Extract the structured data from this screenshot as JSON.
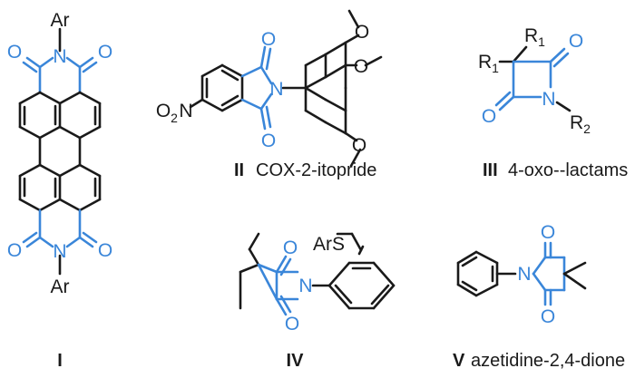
{
  "structures": {
    "I": {
      "label": "I",
      "atoms": {
        "ar_top": "Ar",
        "n_top": "N",
        "o_tl": "O",
        "o_tr": "O",
        "o_bl": "O",
        "o_br": "O",
        "n_bot": "N",
        "ar_bot": "Ar"
      }
    },
    "II": {
      "label": "II",
      "name": "COX-2-itopride",
      "atoms": {
        "o_top": "O",
        "o_bot": "O",
        "n": "N",
        "o2n": "O",
        "o2n_sub": "2",
        "o2n_n": "N",
        "ome1": "O",
        "ome2": "O",
        "ome3": "O"
      }
    },
    "III": {
      "label": "III",
      "name": "4-oxo--lactams",
      "atoms": {
        "r1a": "R",
        "r1a_sub": "1",
        "r1b": "R",
        "r1b_sub": "1",
        "o_right": "O",
        "o_left": "O",
        "n": "N",
        "r2": "R",
        "r2_sub": "2"
      }
    },
    "IV": {
      "label": "IV",
      "atoms": {
        "ars": "ArS",
        "o_top": "O",
        "o_bot": "O",
        "n": "N"
      }
    },
    "V": {
      "label": "V",
      "name": "azetidine-2,4-dione",
      "atoms": {
        "o_top": "O",
        "o_bot": "O",
        "n": "N"
      }
    }
  },
  "colors": {
    "heterocycle": "#3a86d9",
    "skeleton": "#1a1a1a"
  }
}
